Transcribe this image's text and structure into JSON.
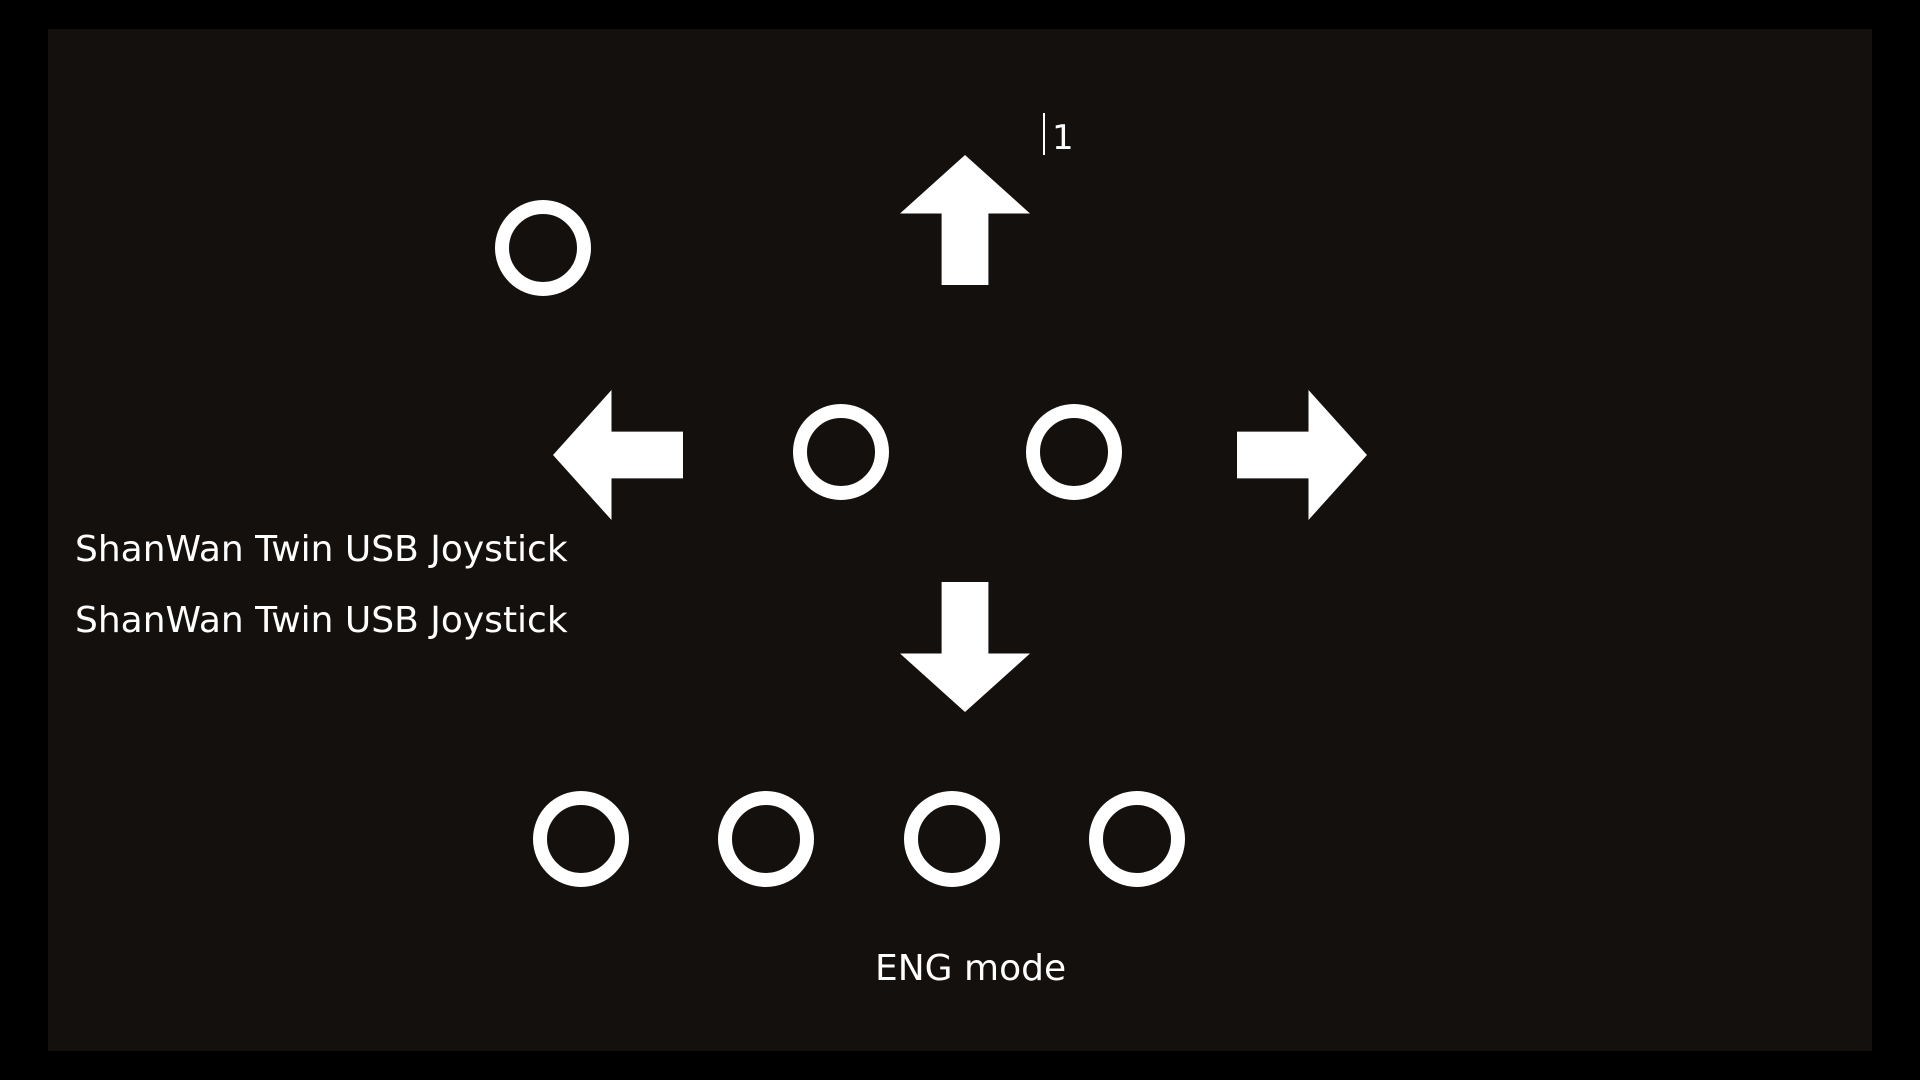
{
  "indicator": {
    "count_value": "1"
  },
  "devices": [
    {
      "name": "ShanWan Twin USB Joystick"
    },
    {
      "name": "ShanWan Twin USB Joystick"
    }
  ],
  "status": {
    "mode": "ENG mode"
  },
  "colors": {
    "background": "#14100d",
    "foreground": "#ffffff",
    "frame": "#000000"
  },
  "icons": {
    "up": "arrow-up-icon",
    "down": "arrow-down-icon",
    "left": "arrow-left-icon",
    "right": "arrow-right-icon",
    "button": "ring-button-icon"
  }
}
